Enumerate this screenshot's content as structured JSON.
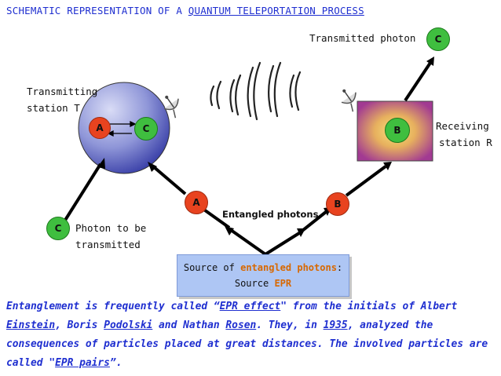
{
  "title": {
    "prefix": "SCHEMATIC REPRESENTATION OF A ",
    "underlined": "QUANTUM TELEPORTATION PROCESS"
  },
  "labels": {
    "transmitted_photon": "Transmitted photon",
    "transmitting_station_1": "Transmitting",
    "transmitting_station_2": "station T",
    "receiving_station_1": "Receiving",
    "receiving_station_2": "station R",
    "photon_to_be_1": "Photon to be",
    "photon_to_be_2": "transmitted",
    "entangled_photons": "Entangled photons"
  },
  "balls": {
    "a_station": "A",
    "c_station": "C",
    "b_station": "B",
    "c_transmitted": "C",
    "c_input": "C",
    "a_path": "A",
    "b_path": "B"
  },
  "source": {
    "line1_prefix": "Source of ",
    "line1_highlight": "entangled photons",
    "line1_suffix": ":",
    "line2_prefix": "Source ",
    "line2_highlight": "EPR"
  },
  "paragraph": {
    "p1": "Entanglement is  frequently  called “",
    "p2": "EPR effect",
    "p3": "\" from the initials of Albert ",
    "p4": "Einstein",
    "p5": ", Boris ",
    "p6": "Podolski",
    "p7": " and Nathan ",
    "p8": "Rosen",
    "p9": ". They, in ",
    "p10": "1935",
    "p11": ", analyzed the consequences of particles placed at great distances. The involved particles are called \"",
    "p12": "EPR pairs",
    "p13": "”."
  },
  "colors": {
    "accent": "#1f2fd0",
    "highlight": "#d86800",
    "sphere": "#8c93d6",
    "red_ball": "#e8431f",
    "green_ball": "#3fbe3f",
    "source_box": "#aec6f4"
  }
}
